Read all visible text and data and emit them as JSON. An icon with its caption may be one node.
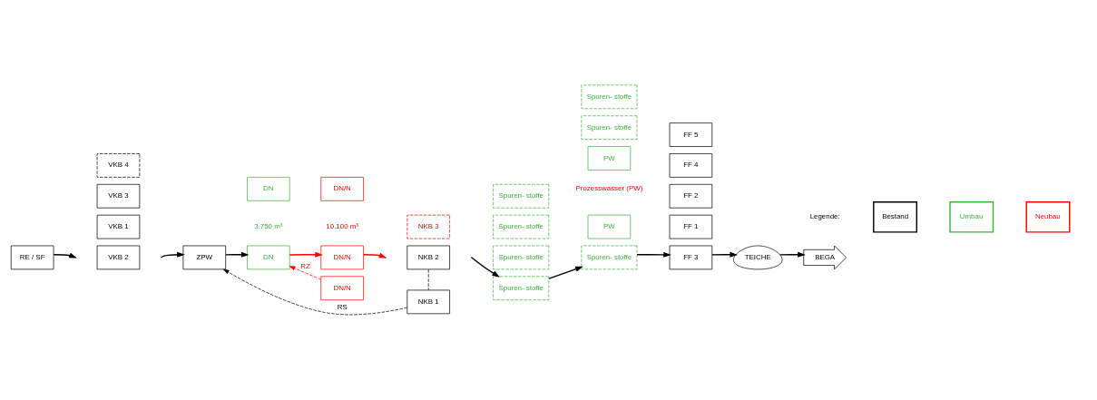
{
  "diagram": {
    "nodes": [
      {
        "text": [
          "RE / SF"
        ]
      },
      {
        "text": [
          "VKB 1"
        ]
      },
      {
        "text": [
          "VKB 2"
        ]
      },
      {
        "text": [
          "VKB 3"
        ]
      },
      {
        "text": [
          "VKB 4"
        ]
      },
      {
        "text": [
          "ZPW"
        ]
      },
      {
        "text": [
          "DN"
        ]
      },
      {
        "text": [
          "DN"
        ]
      },
      {
        "text": [
          "DN/N"
        ]
      },
      {
        "text": [
          "DN/N"
        ]
      },
      {
        "text": [
          "DN/N"
        ]
      },
      {
        "text": [
          "NKB 1"
        ]
      },
      {
        "text": [
          "NKB 2"
        ]
      },
      {
        "text": [
          "NKB 3"
        ]
      },
      {
        "text": [
          "Spuren- stoffe"
        ]
      },
      {
        "text": [
          "Spuren- stoffe"
        ]
      },
      {
        "text": [
          "Spuren- stoffe"
        ]
      },
      {
        "text": [
          "Spuren- stoffe"
        ]
      },
      {
        "text": [
          "PW"
        ]
      },
      {
        "text": [
          "PW"
        ]
      },
      {
        "text": [
          "Spuren- stoffe"
        ]
      },
      {
        "text": [
          "Spuren- stoffe"
        ]
      },
      {
        "text": [
          "Spuren- stoffe"
        ]
      },
      {
        "text": [
          "FF 1"
        ]
      },
      {
        "text": [
          "FF 2"
        ]
      },
      {
        "text": [
          "FF 3"
        ]
      },
      {
        "text": [
          "FF 4"
        ]
      },
      {
        "text": [
          "FF 5"
        ]
      },
      {
        "text": [
          "TEICHE"
        ]
      },
      {
        "text": [
          "BEGA"
        ]
      }
    ],
    "edges": [
      {
        "from": 0,
        "to": null,
        "arrow": "to"
      },
      {
        "from": null,
        "to": 5,
        "arrow": "to"
      },
      {
        "from": 5,
        "to": 6,
        "arrow": "to"
      },
      {
        "from": 6,
        "to": 9,
        "arrow": "to",
        "color": "#ff0000"
      },
      {
        "from": 9,
        "to": null,
        "arrow": "to",
        "color": "#ff0000"
      },
      {
        "from": 11,
        "to": 5,
        "arrow": "to",
        "label": "RS",
        "style": "dashed"
      },
      {
        "from": 12,
        "to": 11,
        "arrow": "none",
        "style": "dashed"
      },
      {
        "from": 8,
        "to": 6,
        "arrow": "to",
        "label": "RZ",
        "style": "dashed",
        "color": "#ff0000"
      },
      {
        "from": null,
        "to": 16,
        "arrow": "to"
      },
      {
        "from": 16,
        "to": 20,
        "arrow": "to"
      },
      {
        "from": 20,
        "to": 25,
        "arrow": "to"
      },
      {
        "from": 25,
        "to": 28,
        "arrow": "to"
      },
      {
        "from": 28,
        "to": 29,
        "arrow": "to"
      }
    ],
    "labels": [
      "Legende:",
      "Prozesswasser (PW)",
      "3.750 m³",
      "10.100 m³"
    ],
    "legend": [
      {
        "text": "Bestand",
        "color": "#000000"
      },
      {
        "text": "Umbau",
        "color": "#3cb43c"
      },
      {
        "text": "Neubau",
        "color": "#ff0000"
      }
    ]
  }
}
